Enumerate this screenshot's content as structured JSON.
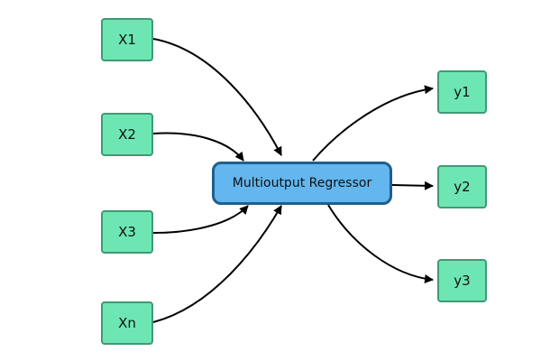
{
  "inputs": [
    {
      "label": "X1"
    },
    {
      "label": "X2"
    },
    {
      "label": "X3"
    },
    {
      "label": "Xn"
    }
  ],
  "center": {
    "label": "Multioutput Regressor"
  },
  "outputs": [
    {
      "label": "y1"
    },
    {
      "label": "y2"
    },
    {
      "label": "y3"
    }
  ],
  "colors": {
    "input_fill": "#6ee6b4",
    "input_border": "#3f9a73",
    "center_fill": "#63b6ee",
    "center_border": "#1f5f8c",
    "edge": "#000000"
  }
}
